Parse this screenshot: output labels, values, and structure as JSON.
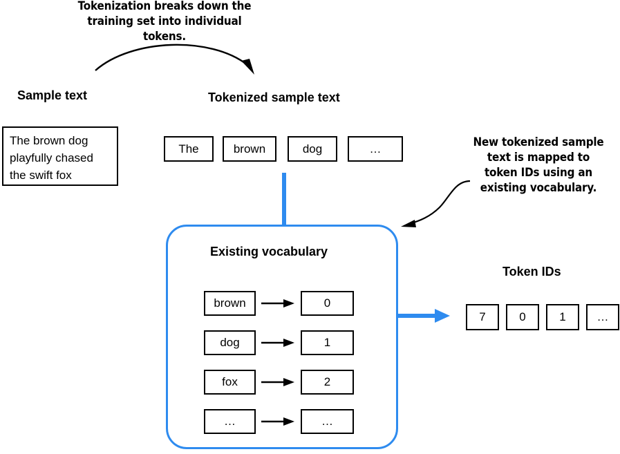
{
  "diagram": {
    "title_annotation": "Tokenization breaks down the\ntraining set into individual tokens.",
    "mapping_annotation": "New tokenized sample\ntext is mapped to\ntoken IDs using an\nexisting vocabulary.",
    "accent_color": "#2e8bef",
    "line_color": "#000000"
  },
  "sample_text": {
    "heading": "Sample text",
    "content": "The brown dog\nplayfully chased\nthe swift fox"
  },
  "tokenized": {
    "heading": "Tokenized sample text",
    "tokens": [
      "The",
      "brown",
      "dog",
      "…"
    ]
  },
  "vocabulary": {
    "heading": "Existing vocabulary",
    "rows": [
      {
        "token": "brown",
        "id": "0"
      },
      {
        "token": "dog",
        "id": "1"
      },
      {
        "token": "fox",
        "id": "2"
      },
      {
        "token": "…",
        "id": "…"
      }
    ]
  },
  "token_ids": {
    "heading": "Token IDs",
    "values": [
      "7",
      "0",
      "1",
      "…"
    ]
  }
}
